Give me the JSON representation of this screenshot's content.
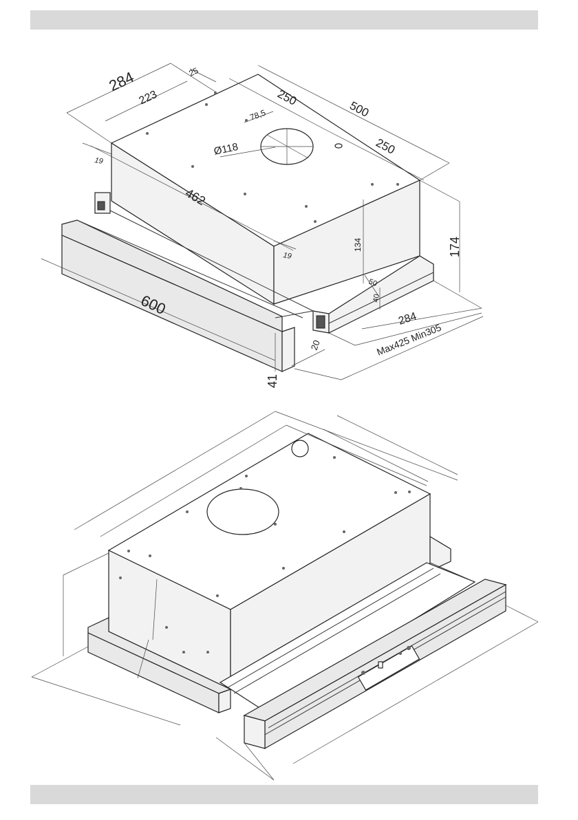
{
  "header_bar": {
    "color": "#d9d9d9"
  },
  "footer_bar": {
    "color": "#d9d9d9"
  },
  "top_drawing": {
    "dimensions": {
      "depth_total": "284",
      "depth_inner": "223",
      "offset_25": "25",
      "half_width_a": "250",
      "width_total": "500",
      "half_width_b": "250",
      "duct_offset": "78,5",
      "duct_diameter": "Ø118",
      "edge_left": "19",
      "body_length": "462",
      "edge_right": "19",
      "height_body": "134",
      "height_total": "174",
      "offset_50": "50",
      "offset_40": "40",
      "depth_bottom": "284",
      "extension_range": "Max425 Min305",
      "front_width": "600",
      "front_depth": "20",
      "front_height": "41"
    }
  },
  "bottom_drawing": {
    "view": "isometric-extended"
  }
}
